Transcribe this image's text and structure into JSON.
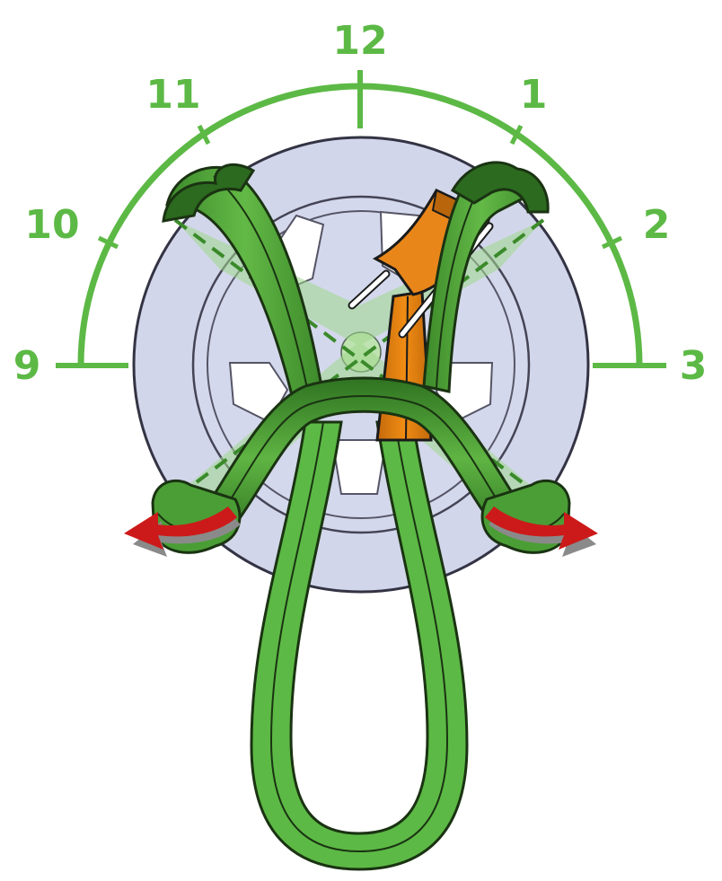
{
  "clock_labels": {
    "nine": "9",
    "ten": "10",
    "eleven": "11",
    "twelve": "12",
    "one": "1",
    "two": "2",
    "three": "3"
  },
  "colors": {
    "accent_green": "#5cb945",
    "strap_dark": "#2c6a1f",
    "strap_mid": "#4a9e35",
    "strap_light": "#63b946",
    "wheel": "#d2d6ea",
    "rim_line": "#555566",
    "buckle_orange": "#e07d0e",
    "buckle_dark": "#b8650c",
    "arrow_red": "#cc1a1a",
    "guide_line": "#3a8a2a"
  },
  "icons": {
    "left_arrow": "curved-arrow-left-icon",
    "right_arrow": "curved-arrow-right-icon"
  }
}
